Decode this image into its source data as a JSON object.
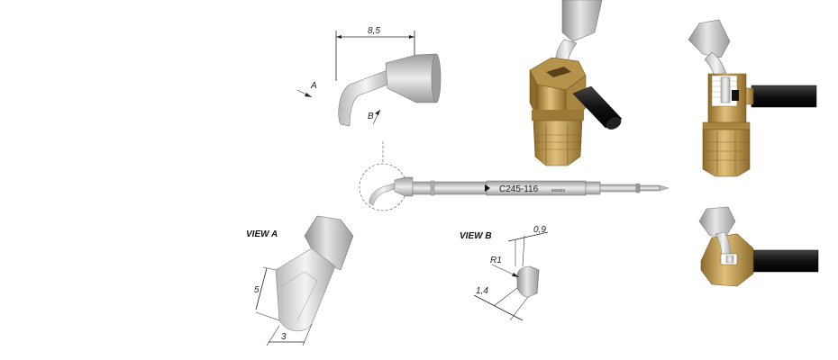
{
  "dimensions": {
    "width_top": "8,5",
    "length_view_a": "5",
    "width_view_a": "3",
    "thickness_view_b": "0,9",
    "radius_view_b": "R1",
    "offset_view_b": "1,4"
  },
  "views": {
    "arrow_a": "A",
    "arrow_b": "B",
    "view_a_title": "VIEW A",
    "view_b_title": "VIEW B"
  },
  "cartridge": {
    "model": "C245-116",
    "serial": "xxxxxx"
  },
  "colors": {
    "brass": "#c9a55a",
    "brass_dark": "#8c6a2a",
    "steel": "#c8c8c8",
    "steel_dark": "#8a8a8a",
    "handle": "#1e1e1e"
  }
}
